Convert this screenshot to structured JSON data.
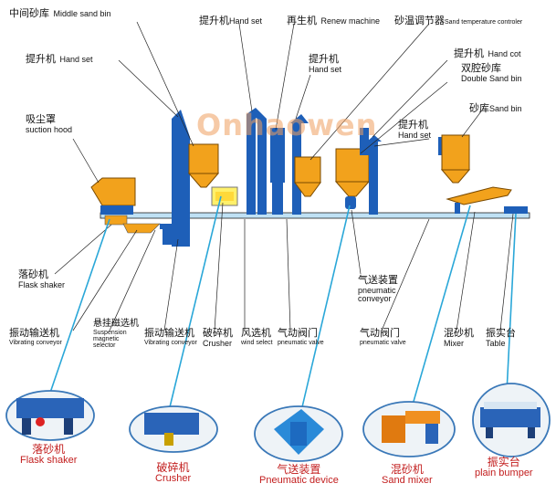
{
  "labels": {
    "middle_sand_bin": {
      "cn": "中间砂库",
      "en": "Middle sand bin"
    },
    "hand_set_top": {
      "cn": "提升机",
      "en": "Hand set"
    },
    "renew_machine": {
      "cn": "再生机",
      "en": "Renew machine"
    },
    "sand_temp_controller": {
      "cn": "砂温调节器",
      "en": "Sand temperature controler"
    },
    "hand_set_left": {
      "cn": "提升机",
      "en": "Hand set"
    },
    "hand_set_mid": {
      "cn": "提升机",
      "en": "Hand set"
    },
    "hand_set_right": {
      "cn": "提升机",
      "en": "Hand cot"
    },
    "double_sand_bin": {
      "cn": "双腔砂库",
      "en": "Double Sand bin"
    },
    "sand_bin": {
      "cn": "砂库",
      "en": "Sand bin"
    },
    "hand_set_right2": {
      "cn": "提升机",
      "en": "Hand set"
    },
    "suction_hood": {
      "cn": "吸尘罩",
      "en": "suction hood"
    },
    "flask_shaker": {
      "cn": "落砂机",
      "en": "Flask shaker"
    },
    "pneumatic_conveyor": {
      "cn": "气送装置",
      "en": "pneumatic conveyor"
    },
    "vibrating_conveyor_1": {
      "cn": "振动输送机",
      "en": "Vibrating conveyor"
    },
    "suspension_selector": {
      "cn": "悬挂磁选机",
      "en": "Suspension magnetic selector"
    },
    "vibrating_conveyor_2": {
      "cn": "振动输送机",
      "en": "Vibrating conveyor"
    },
    "crusher": {
      "cn": "破碎机",
      "en": "Crusher"
    },
    "wind_select": {
      "cn": "风选机",
      "en": "wind select"
    },
    "pneumatic_valve_1": {
      "cn": "气动阀门",
      "en": "pneumatic valve"
    },
    "pneumatic_valve_2": {
      "cn": "气动阀门",
      "en": "pneumatic valve"
    },
    "mixer": {
      "cn": "混砂机",
      "en": "Mixer"
    },
    "table": {
      "cn": "振实台",
      "en": "Table"
    }
  },
  "photos": {
    "flask_shaker": {
      "cn": "落砂机",
      "en": "Flask shaker"
    },
    "crusher": {
      "cn": "破碎机",
      "en": "Crusher"
    },
    "pneumatic": {
      "cn": "气送装置",
      "en": "Pneumatic device"
    },
    "sand_mixer": {
      "cn": "混砂机",
      "en": "Sand mixer"
    },
    "plain_bumper": {
      "cn": "振实台",
      "en": "plain bumper"
    }
  },
  "watermark": "Onhaowen",
  "colors": {
    "machine_blue": "#1e5fb8",
    "hopper_orange": "#f2a21c",
    "accent_red": "#c21d1d",
    "cyan_line": "#2aa7d8"
  }
}
